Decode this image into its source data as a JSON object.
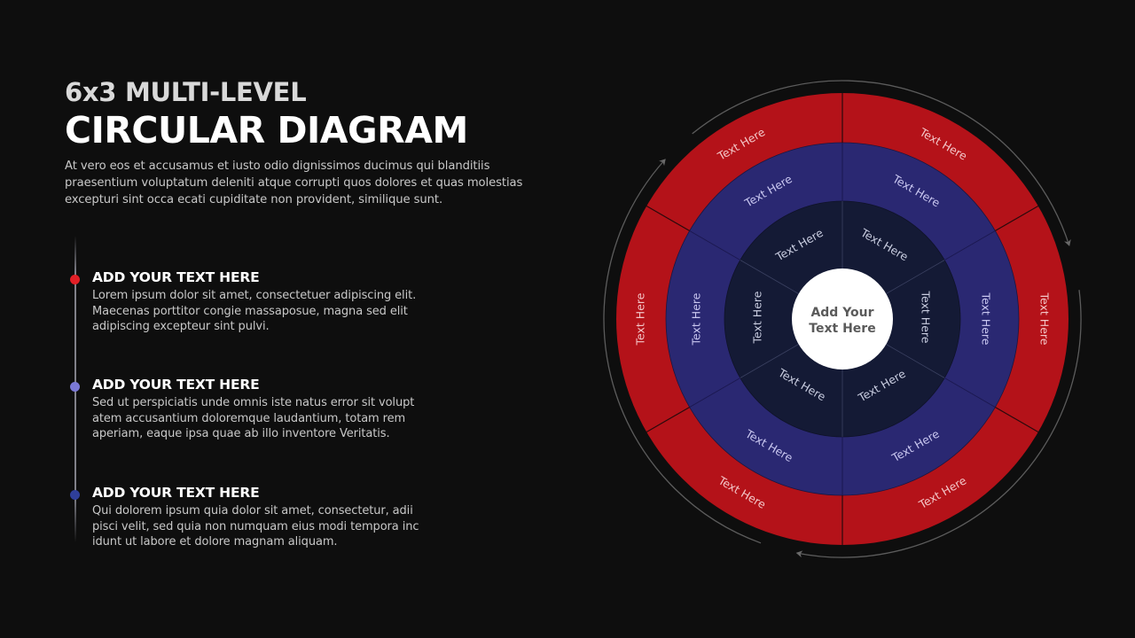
{
  "header": {
    "subtitle": "6x3 MULTI-LEVEL",
    "title": "CIRCULAR DIAGRAM",
    "intro": "At vero eos et accusamus et iusto odio dignissimos ducimus qui blanditiis praesentium voluptatum deleniti atque corrupti quos dolores et quas molestias excepturi sint occa ecati cupiditate non provident, similique sunt."
  },
  "timeline": [
    {
      "heading": "ADD YOUR TEXT HERE",
      "body": "Lorem ipsum dolor sit amet, consectetuer adipiscing elit. Maecenas porttitor congie massaposue, magna sed elit adipiscing excepteur sint pulvi.",
      "dot_color": "#e21f26"
    },
    {
      "heading": "ADD YOUR TEXT HERE",
      "body": "Sed ut perspiciatis unde omnis iste natus error sit volupt atem accusantium doloremque laudantium, totam rem aperiam, eaque ipsa quae ab illo inventore Veritatis.",
      "dot_color": "#7b79d6"
    },
    {
      "heading": "ADD YOUR TEXT HERE",
      "body": "Qui dolorem ipsum quia dolor sit amet, consectetur, adii pisci velit, sed quia non numquam eius modi tempora inc idunt ut labore et dolore magnam aliquam.",
      "dot_color": "#2f3f9a"
    }
  ],
  "diagram": {
    "center": {
      "line1": "Add Your",
      "line2": "Text Here"
    },
    "colors": {
      "outer_ring": "#b41219",
      "middle_ring": "#2a2872",
      "inner_ring": "#141a35",
      "center": "#ffffff",
      "outer_text": "#f3c6c8",
      "middle_text": "#c9c7f0",
      "inner_text": "#c9cde0",
      "guide_arc": "#6a6a6a"
    },
    "segments": 6,
    "levels": 3,
    "outer_labels": [
      "Text Here",
      "Text Here",
      "Text Here",
      "Text Here",
      "Text Here",
      "Text Here"
    ],
    "middle_labels": [
      "Text Here",
      "Text Here",
      "Text Here",
      "Text Here",
      "Text Here",
      "Text Here"
    ],
    "inner_labels": [
      "Text Here",
      "Text Here",
      "Text Here",
      "Text Here",
      "Text Here",
      "Text Here"
    ]
  }
}
